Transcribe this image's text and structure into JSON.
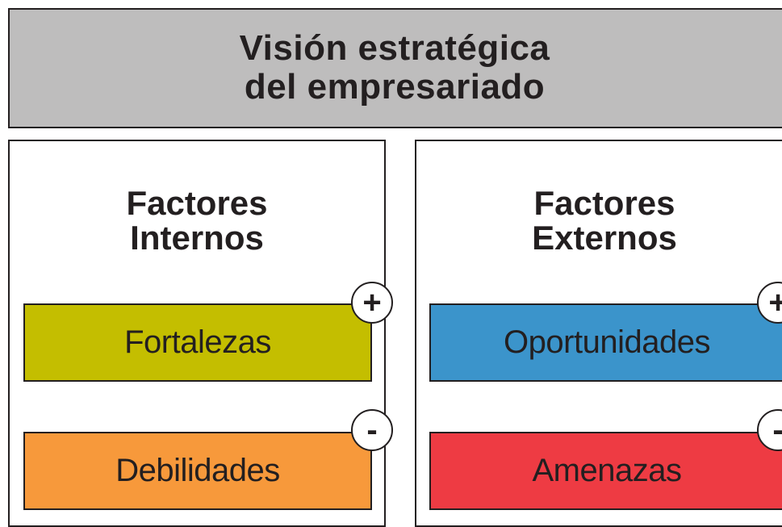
{
  "header": {
    "line1": "Visión estratégica",
    "line2": "del empresariado"
  },
  "internal": {
    "title_line1": "Factores",
    "title_line2": "Internos",
    "strength": {
      "label": "Fortalezas",
      "sign": "+",
      "color": "#c4be00"
    },
    "weakness": {
      "label": "Debilidades",
      "sign": "-",
      "color": "#f7993b"
    }
  },
  "external": {
    "title_line1": "Factores",
    "title_line2": "Externos",
    "opportunity": {
      "label": "Oportunidades",
      "sign": "+",
      "color": "#3b94cb"
    },
    "threat": {
      "label": "Amenazas",
      "sign": "-",
      "color": "#ee3b43"
    }
  }
}
